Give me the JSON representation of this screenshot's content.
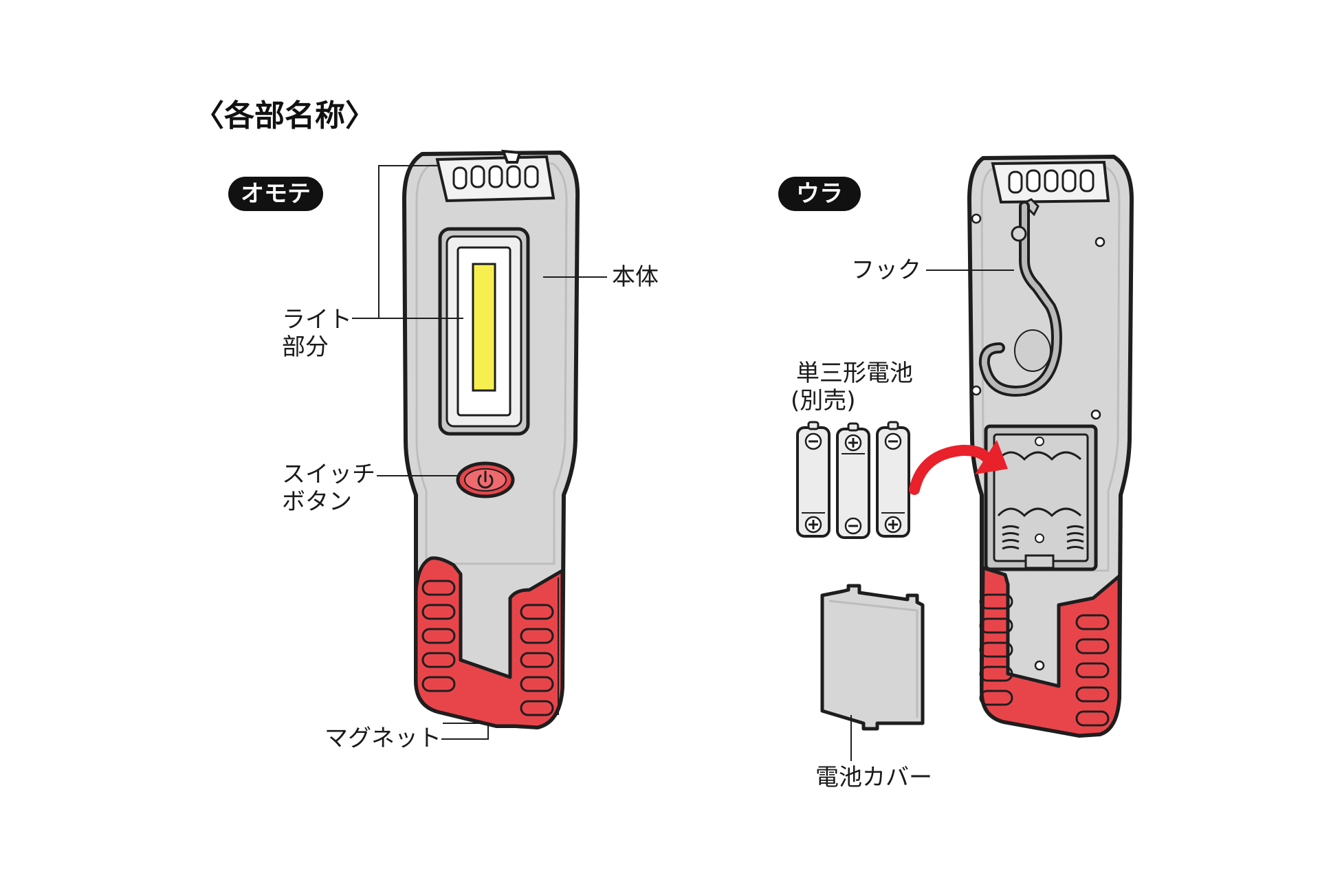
{
  "title": "〈各部名称〉",
  "front": {
    "badge": "オモテ",
    "labels": {
      "body": "本体",
      "light_line1": "ライト",
      "light_line2": "部分",
      "switch_line1": "スイッチ",
      "switch_line2": "ボタン",
      "magnet": "マグネット"
    }
  },
  "back": {
    "badge": "ウラ",
    "labels": {
      "hook": "フック",
      "battery_line1": "単三形電池",
      "battery_line2": "(別売)",
      "battery_cover": "電池カバー"
    }
  },
  "colors": {
    "body_gray": "#d6d6d6",
    "grip_red": "#e8454b",
    "led_yellow": "#f7ef4f",
    "arrow_red": "#e8212a",
    "outline": "#1e1e1e",
    "badge_bg": "#111111"
  },
  "icons": [
    "power-icon",
    "plus-icon",
    "minus-icon",
    "curved-arrow-icon"
  ]
}
